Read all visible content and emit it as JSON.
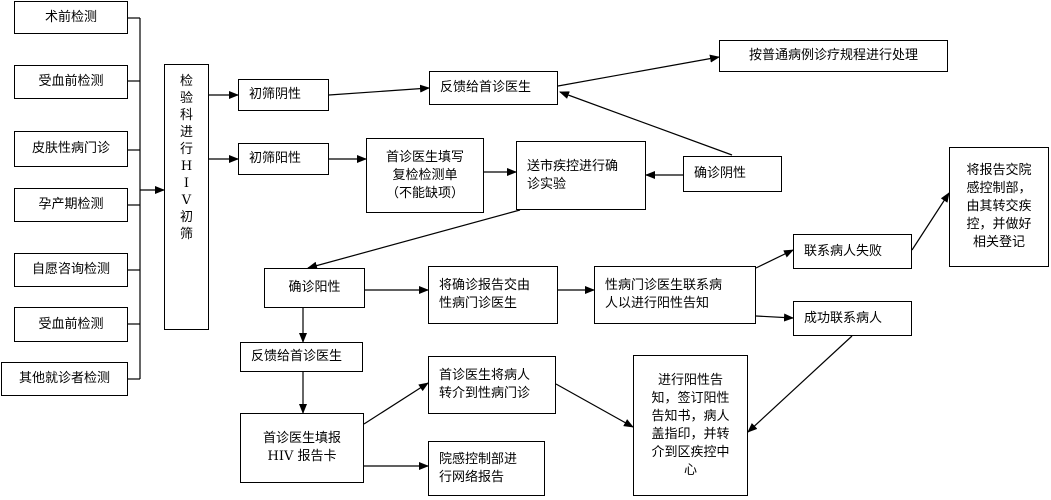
{
  "sources": [
    "术前检测",
    "受血前检测",
    "皮肤性病门诊",
    "孕产期检测",
    "自愿咨询检测",
    "受血前检测",
    "其他就诊者检测"
  ],
  "lab_screening": "检\n验\n科\n进\n行\nH\nI\nV\n初\n筛",
  "initial_negative": "初筛阴性",
  "initial_positive": "初筛阳性",
  "feedback_first_doctor_1": "反馈给首诊医生",
  "normal_procedure": "按普通病例诊疗规程进行处理",
  "fill_recheck_form": "首诊医生填写\n复检检测单\n（不能缺项）",
  "send_cdc_confirm": "送市疾控进行确\n诊实验",
  "confirm_negative": "确诊阴性",
  "confirm_positive": "确诊阳性",
  "report_to_std_doctor": "将确诊报告交由\n性病门诊医生",
  "std_doctor_contact": "性病门诊医生联系病\n人以进行阳性告知",
  "contact_failed": "联系病人失败",
  "infection_control": "将报告交院\n感控制部，\n由其转交疾\n控，并做好\n相关登记",
  "contact_success": "成功联系病人",
  "feedback_first_doctor_2": "反馈给首诊医生",
  "fill_hiv_card": "首诊医生填报\nHIV 报告卡",
  "refer_std_clinic": "首诊医生将病人\n转介到性病门诊",
  "online_report": "院感控制部进\n行网络报告",
  "positive_notification": "进行阳性告\n知，签订阳性\n告知书，病人\n盖指印，并转\n介到区疾控中\n心"
}
